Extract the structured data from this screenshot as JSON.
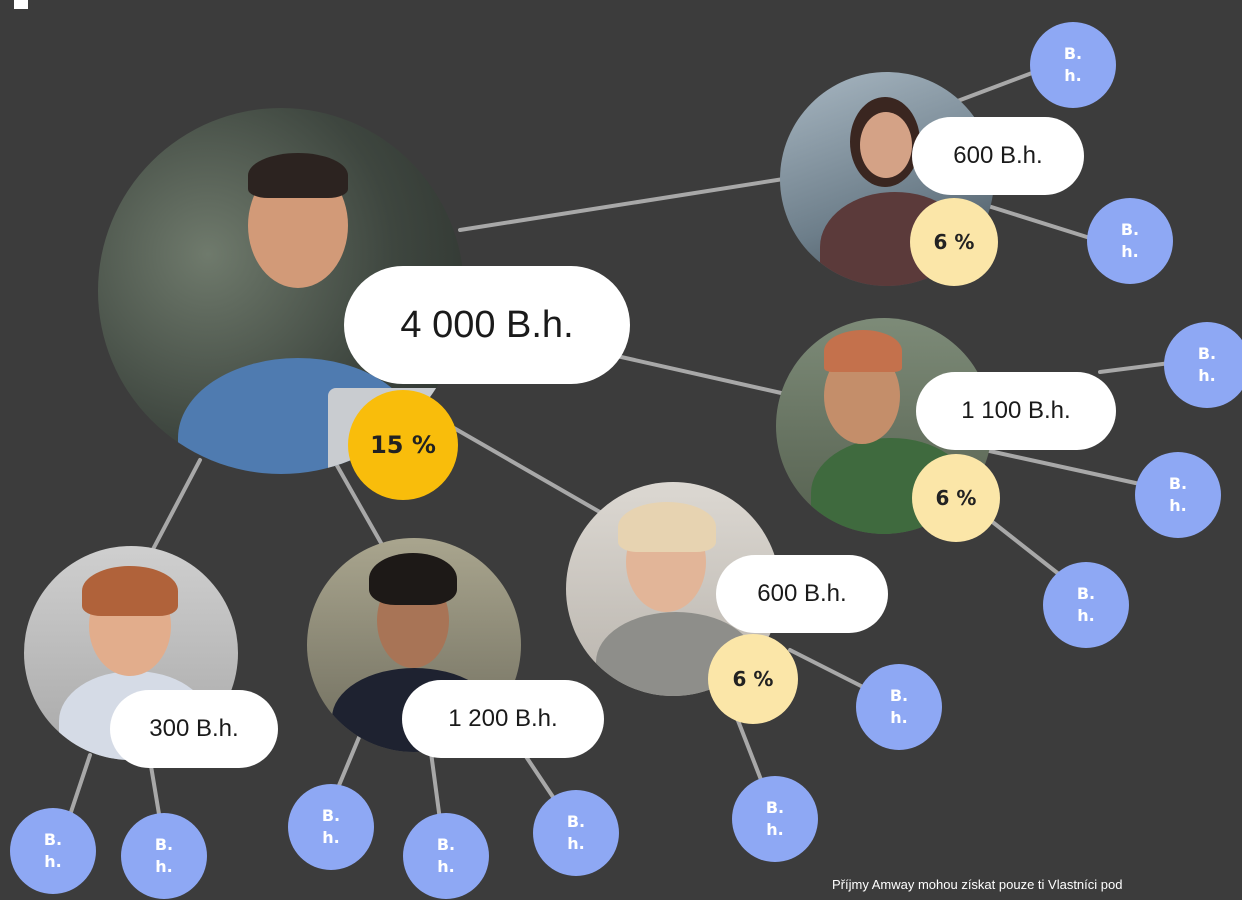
{
  "main": {
    "volume": "4 000 B.h.",
    "percent": "15 %"
  },
  "members": [
    {
      "id": "top-right",
      "volume": "600 B.h.",
      "percent": "6 %"
    },
    {
      "id": "mid-right",
      "volume": "1 100 B.h.",
      "percent": "6 %"
    },
    {
      "id": "center",
      "volume": "600 B.h.",
      "percent": "6 %"
    },
    {
      "id": "bottom-left",
      "volume": "300 B.h.",
      "percent": ""
    },
    {
      "id": "bottom-center",
      "volume": "1 200 B.h.",
      "percent": ""
    }
  ],
  "node_label": "B.h.",
  "disclaimer": "Příjmy Amway mohou získat pouze ti Vlastníci pod",
  "colors": {
    "background": "#3c3c3c",
    "node": "#8ea8f4",
    "main_percent": "#f9bd0b",
    "member_percent": "#fbe6a8",
    "line": "#a8a8a8"
  }
}
